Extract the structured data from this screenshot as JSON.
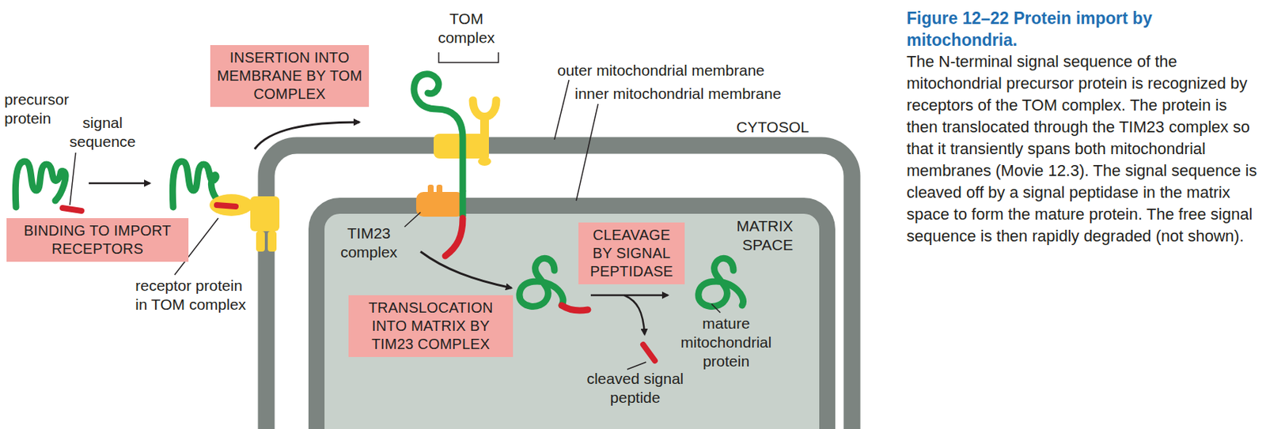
{
  "diagram": {
    "title": "Figure 12–22 Protein import by mitochondria.",
    "caption": "The N-terminal signal sequence of the mitochondrial precursor protein is recognized by receptors of the TOM complex. The protein is then translocated through the TIM23 complex so that it transiently spans both mitochondrial membranes (Movie 12.3). The signal sequence is cleaved off by a signal peptidase in the matrix space to form the mature protein. The free signal sequence is then rapidly degraded (not shown).",
    "nodes": [
      {
        "text": [
          "INSERTION INTO MEMBRANE BY TOM COMPLEX"
        ]
      },
      {
        "text": [
          "BINDING TO IMPORT RECEPTORS"
        ]
      },
      {
        "text": [
          "CLEAVAGE BY SIGNAL PEPTIDASE"
        ]
      },
      {
        "text": [
          "TRANSLOCATION INTO MATRIX BY TIM23 COMPLEX"
        ]
      }
    ],
    "labels": [
      "TOM complex",
      "outer mitochondrial membrane",
      "inner mitochondrial membrane",
      "precursor protein",
      "signal sequence",
      "CYTOSOL",
      "MATRIX SPACE",
      "TIM23 complex",
      "receptor protein in TOM complex",
      "mature mitochondrial protein",
      "cleaved signal peptide"
    ]
  }
}
